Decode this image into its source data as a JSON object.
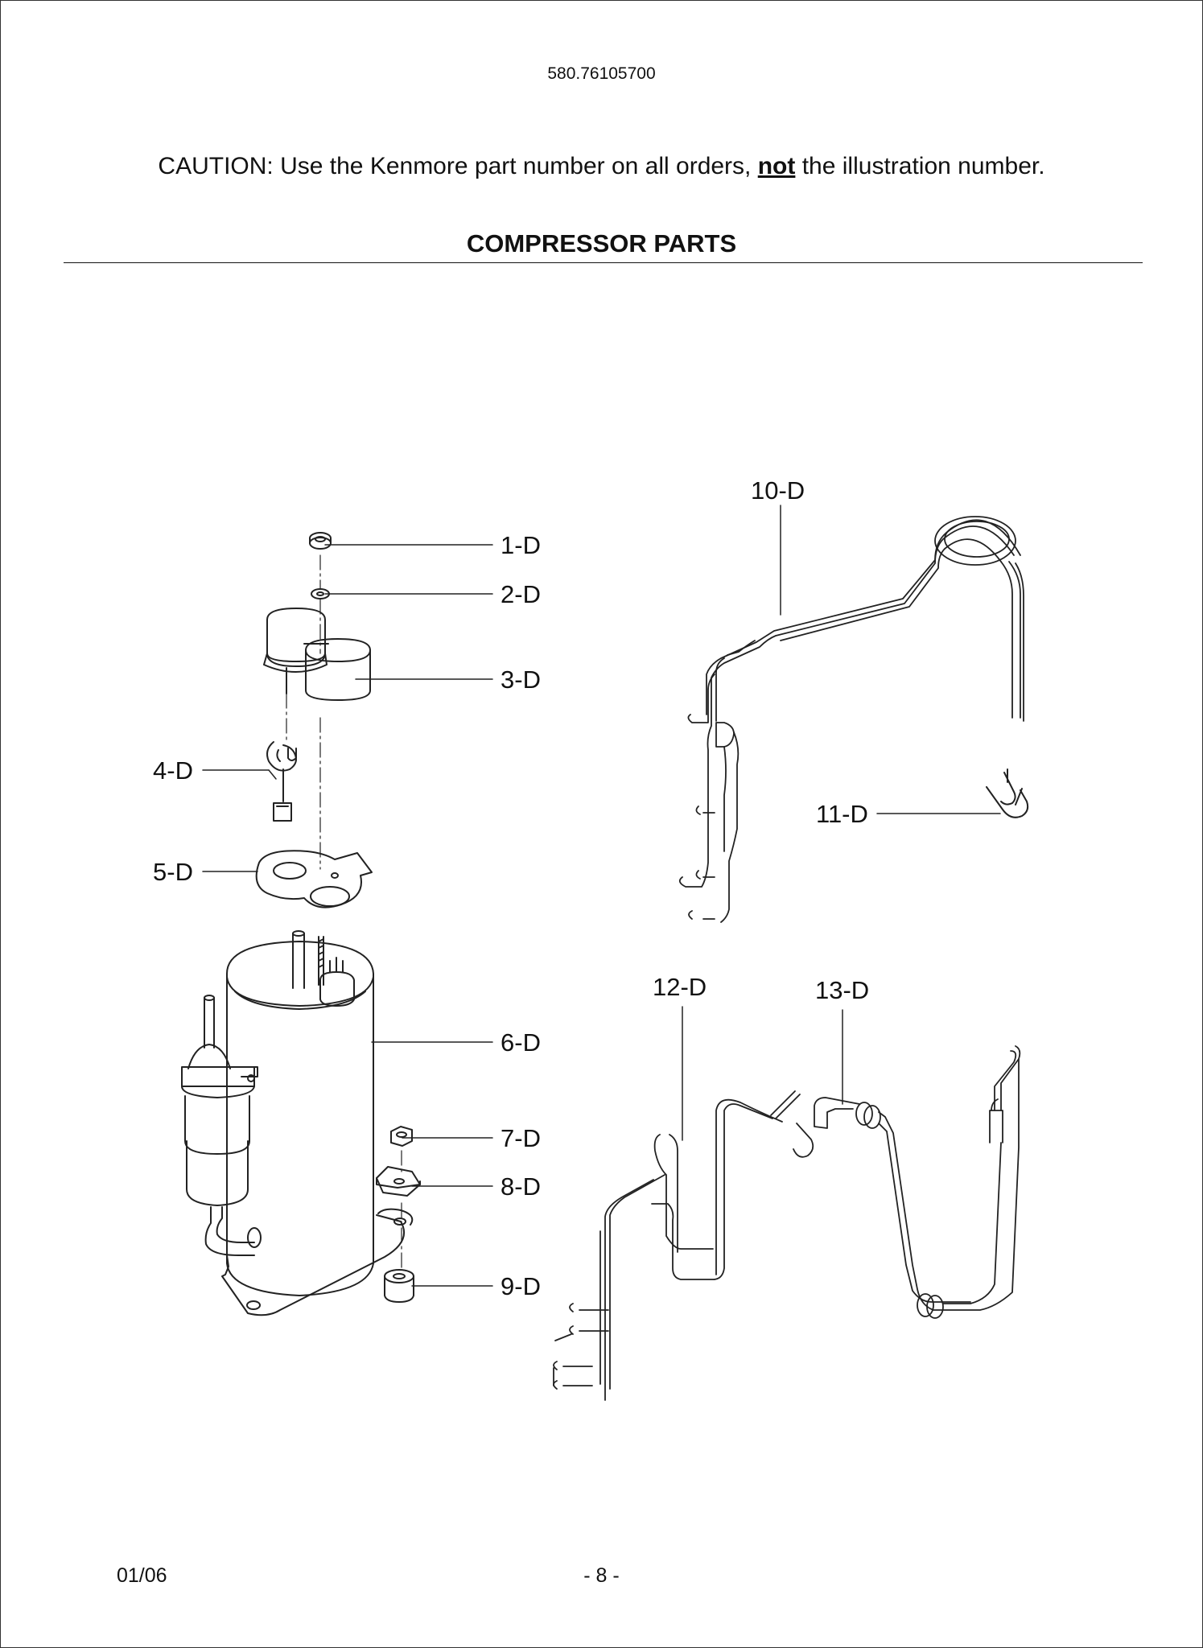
{
  "header": {
    "model_number": "580.76105700",
    "caution_prefix": "CAUTION: Use the Kenmore part number on all orders,",
    "caution_emphasis": "not",
    "caution_suffix": "the illustration number.",
    "section_title": "COMPRESSOR PARTS"
  },
  "callouts": [
    "1-D",
    "2-D",
    "3-D",
    "4-D",
    "5-D",
    "6-D",
    "7-D",
    "8-D",
    "9-D",
    "10-D",
    "11-D",
    "12-D",
    "13-D"
  ],
  "footer": {
    "date": "01/06",
    "page": "- 8 -"
  }
}
